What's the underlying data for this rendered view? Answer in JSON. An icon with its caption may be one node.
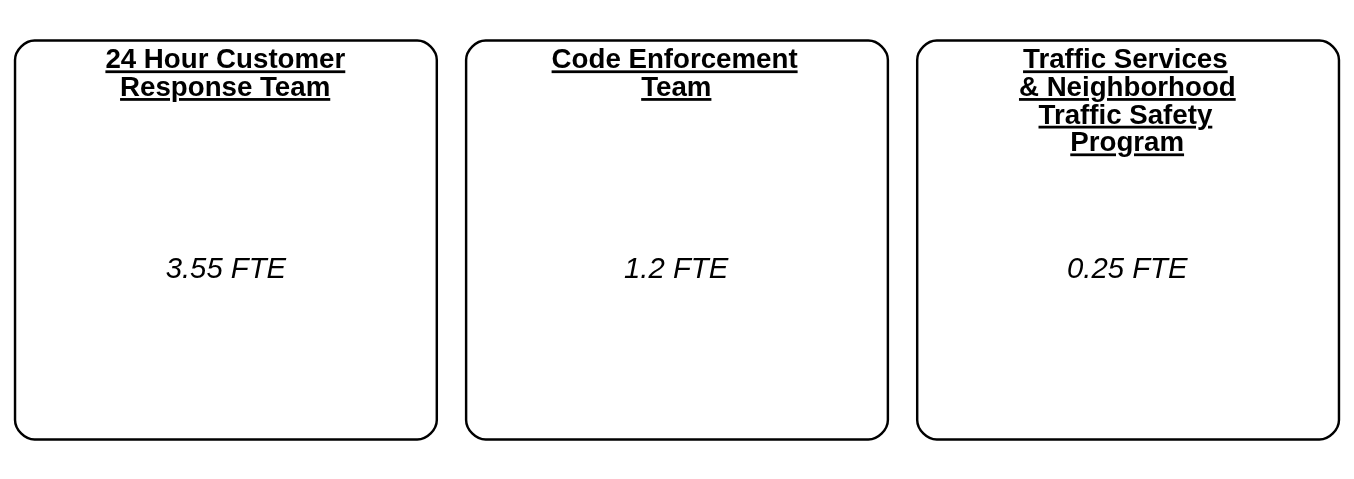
{
  "diagram": {
    "nodes": [
      {
        "text": [
          "24 Hour Customer Response Team",
          "3.55 FTE"
        ]
      },
      {
        "text": [
          "Code Enforcement Team",
          "1.2 FTE"
        ]
      },
      {
        "text": [
          "Traffic Services & Neighborhood Traffic Safety Program",
          "0.25 FTE"
        ]
      }
    ]
  }
}
